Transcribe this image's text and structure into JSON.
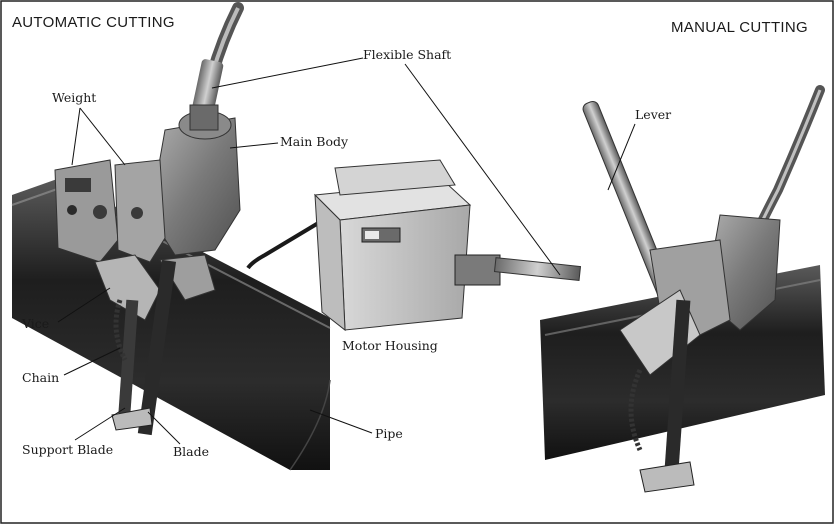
{
  "headers": {
    "left": "AUTOMATIC CUTTING",
    "right": "MANUAL CUTTING"
  },
  "labels": {
    "flexible_shaft": "Flexible Shaft",
    "weight": "Weight",
    "main_body": "Main Body",
    "lever": "Lever",
    "vice": "Vice",
    "chain": "Chain",
    "motor_housing": "Motor Housing",
    "pipe": "Pipe",
    "support_blade": "Support Blade",
    "blade": "Blade"
  },
  "colors": {
    "paper": "#ffffff",
    "pipe": "#2a2a2a",
    "machine": "#8a8a8a",
    "machine_dark": "#4a4a4a",
    "housing": "#c9c9c9"
  }
}
